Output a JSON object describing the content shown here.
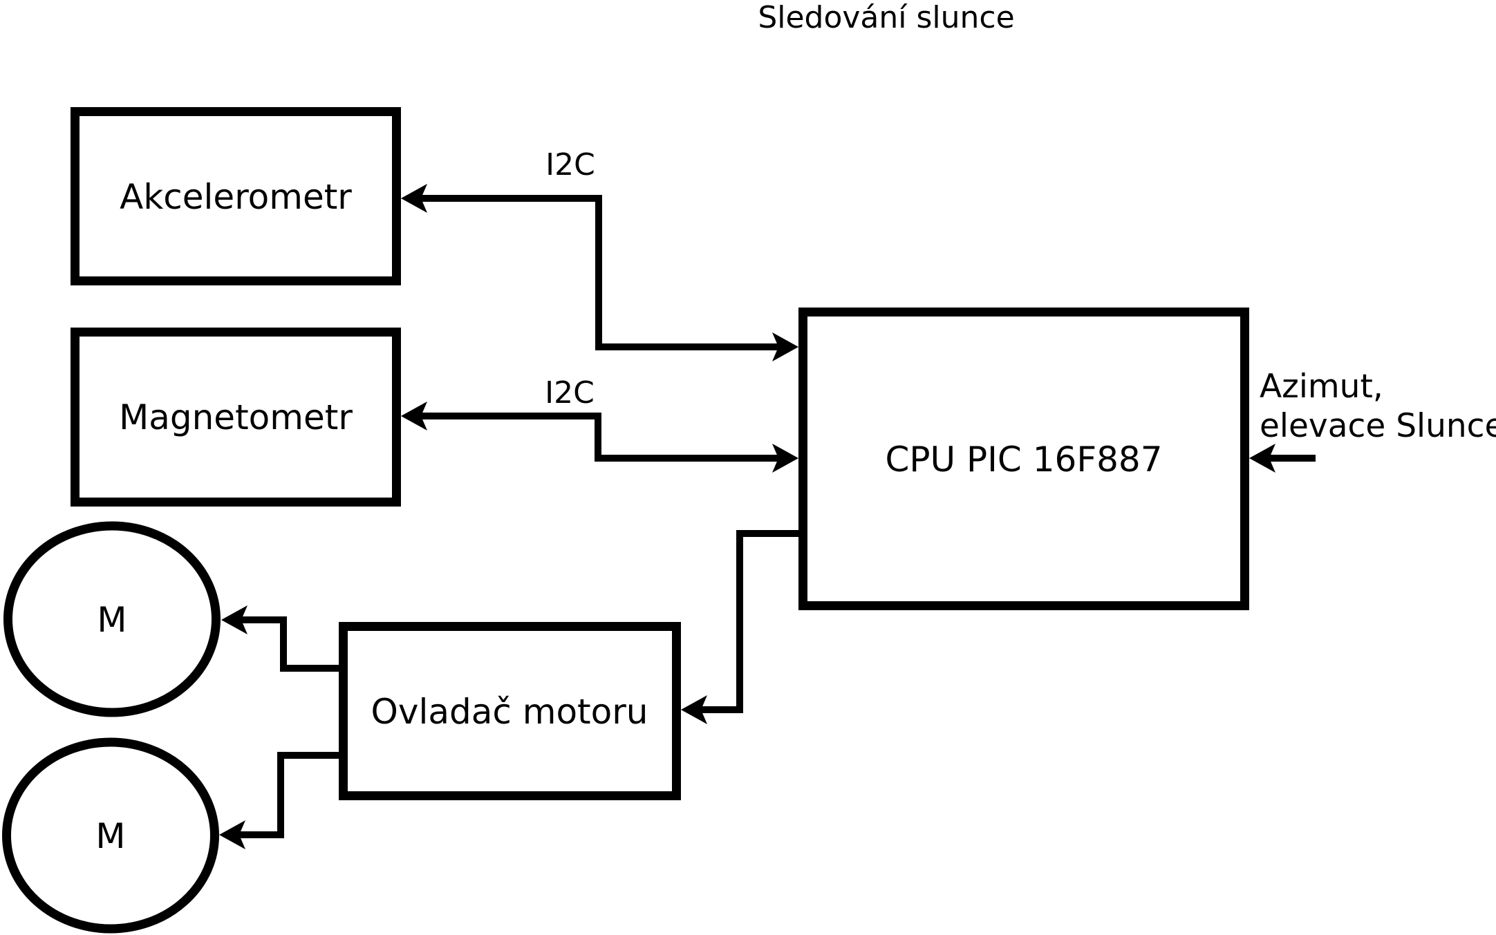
{
  "diagram": {
    "title": "Sledování slunce",
    "nodes": {
      "akcelerometr": {
        "label": "Akcelerometr",
        "type": "box"
      },
      "magnetometr": {
        "label": "Magnetometr",
        "type": "box"
      },
      "cpu": {
        "label": "CPU PIC 16F887",
        "type": "box"
      },
      "ovladac_motoru": {
        "label": "Ovladač motoru",
        "type": "box"
      },
      "motor_1": {
        "label": "M",
        "type": "circle"
      },
      "motor_2": {
        "label": "M",
        "type": "circle"
      }
    },
    "edge_labels": {
      "i2c_akcelerometr": "I2C",
      "i2c_magnetometr": "I2C"
    },
    "annotation": {
      "line1": "Azimut,",
      "line2": "elevace Slunce"
    },
    "colors": {
      "stroke": "#000000",
      "background": "#ffffff"
    }
  }
}
